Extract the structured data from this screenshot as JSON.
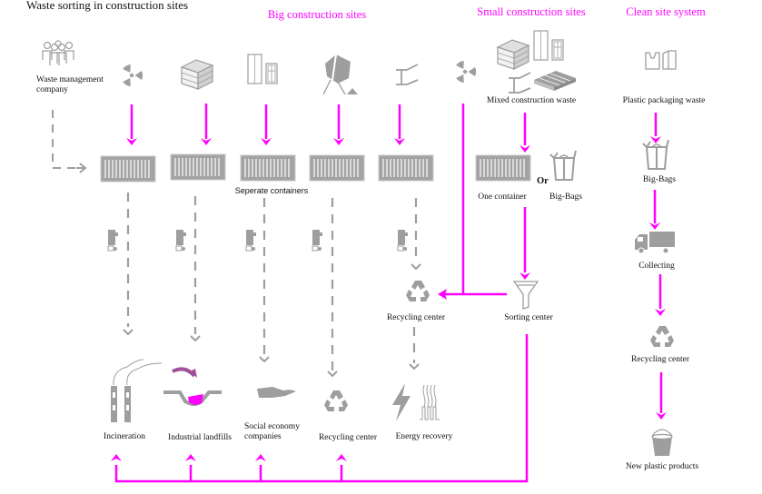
{
  "title": "Waste sorting in construction sites",
  "colors": {
    "accent": "#ff00ff",
    "icon_gray": "#9e9e9e",
    "landfill_arrow": "#a0509a"
  },
  "sections": {
    "big": "Big construction sites",
    "small": "Small construction sites",
    "clean": "Clean site system"
  },
  "sources": {
    "waste_company": "Waste management company",
    "waste_company_lines": [
      "Waste management",
      "company"
    ],
    "big_icons": [
      "radioactive-icon",
      "bricks-icon",
      "door-window-icon",
      "cement-mixer-icon",
      "steel-beam-icon",
      "radioactive-icon"
    ],
    "mixed_waste": "Mixed construction waste",
    "plastic_waste": "Plastic packaging waste"
  },
  "containers": {
    "separate": "Seperate containers",
    "one": "One container",
    "or": "Or",
    "big_bags": "Big-Bags"
  },
  "clean_flow": {
    "big_bags": "Big-Bags",
    "collecting": "Collecting",
    "recycling": "Recycling center",
    "products": "New plastic products"
  },
  "centers": {
    "recycling": "Recycling center",
    "sorting": "Sorting center"
  },
  "destinations": [
    {
      "label": "Incineration",
      "icon": "factory-smoke-icon"
    },
    {
      "label": "Industrial landfills",
      "icon": "landfill-icon"
    },
    {
      "label": "Social economy companies",
      "lines": [
        "Social economy",
        "companies"
      ],
      "icon": "hand-icon"
    },
    {
      "label": "Recycling center",
      "icon": "recycle-icon"
    },
    {
      "label": "Energy recovery",
      "icon": "energy-icon"
    }
  ]
}
